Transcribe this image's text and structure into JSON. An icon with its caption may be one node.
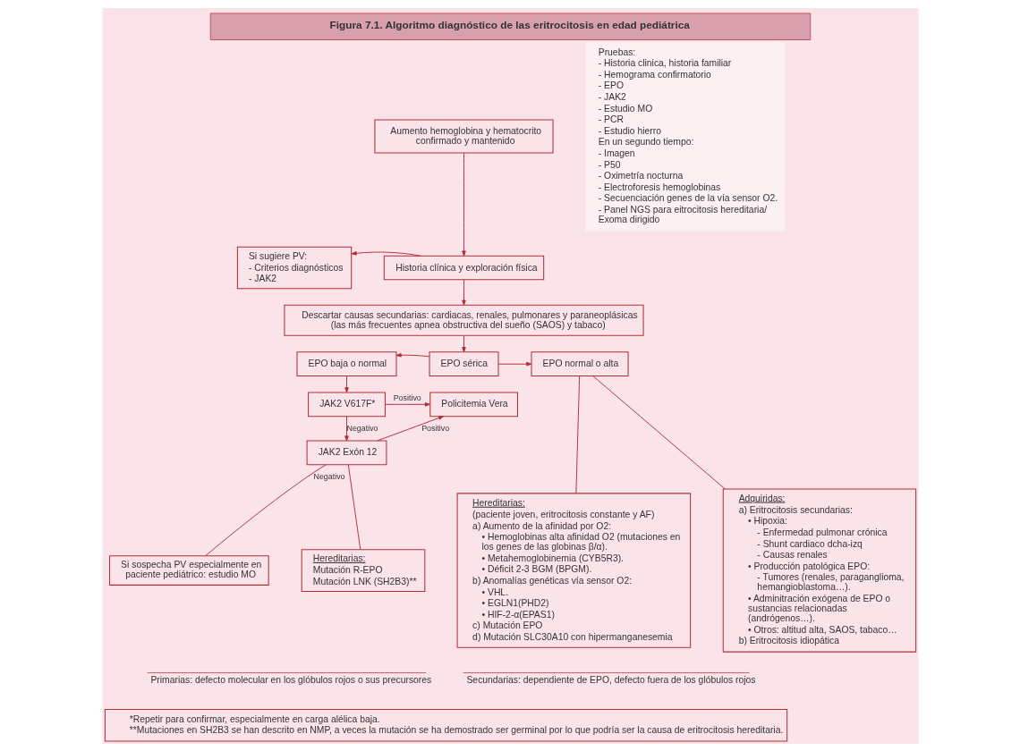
{
  "diagram": {
    "title": "Figura 7.1. Algoritmo diagnóstico de las eritrocitosis en edad pediátrica",
    "nodes": [
      {
        "text": [
          "Aumento hemoglobina y hematocrito confirmado y mantenido"
        ]
      },
      {
        "text": [
          "Si sugiere PV:",
          "- Criterios diagnósticos",
          "- JAK2"
        ]
      },
      {
        "text": [
          "Historia clínica y exploración física"
        ]
      },
      {
        "text": [
          "Descartar causas secundarias: cardiacas, renales, pulmonares y paraneoplásicas (las más frecuentes apnea obstructiva del sueño (SAOS) y tabaco)"
        ]
      },
      {
        "text": [
          "EPO baja o normal"
        ]
      },
      {
        "text": [
          "EPO sérica"
        ]
      },
      {
        "text": [
          "EPO normal o alta"
        ]
      },
      {
        "text": [
          "Policitemia Vera"
        ]
      },
      {
        "text": [
          "JAK2 V617F*"
        ]
      },
      {
        "text": [
          "JAK2 Exón 12"
        ]
      },
      {
        "text": [
          "Si sospecha PV especialmente en paciente pediátrico: estudio MO"
        ]
      },
      {
        "text": [
          "Hereditarias:",
          "Mutación R-EPO",
          "Mutación LNK (SH2B3)**"
        ]
      },
      {
        "text": [
          "Hereditarias:",
          "(paciente joven, eritrocitosis constante y AF)",
          "a) Aumento de la afinidad por O2:",
          "• Hemoglobinas alta afinidad O2 (mutaciones en los genes de las globinas β/α).",
          "• Metahemoglobinemia (CYB5R3).",
          "• Déficit 2-3 BGM (BPGM).",
          "b) Anomalías genéticas vía sensor O2:",
          "• VHL.",
          "• EGLN1(PHD2)",
          "• HIF-2-α(EPAS1)",
          "c) Mutación EPO",
          "d) Mutación SLC30A10 con hipermanganesemia"
        ]
      },
      {
        "text": [
          "Adquiridas:",
          "a) Eritrocitosis secundarias:",
          "• Hipoxia:",
          "- Enfermedad pulmonar crónica",
          "- Shunt cardiaco dcha-izq",
          "- Causas renales",
          "• Producción patológica EPO:",
          "- Tumores (renales, paraganglioma, hemangioblastoma…).",
          "• Adminitración exógena de EPO o sustancias relacionadas (andrógenos…).",
          "• Otros: altitud alta, SAOS, tabaco…",
          "b) Eritrocitosis idiopática"
        ]
      },
      {
        "text": [
          "Pruebas:",
          "- Historia clinica, historia familiar",
          "- Hemograma confirmatorio",
          "- EPO",
          "- JAK2",
          "- Estudio MO",
          "- PCR",
          "- Estudio hierro",
          "En un segundo tiempo:",
          "- Imagen",
          "- P50",
          "- Oximetría nocturna",
          "- Electroforesis hemoglobinas",
          "- Secuenciación genes de la vía sensor O2.",
          "- Panel NGS para eitrocitosis hereditaria/ Exoma dirigido"
        ]
      },
      {
        "text": [
          "*Repetir para confirmar, especialmente en carga alélica baja.",
          "**Mutaciones en SH2B3 se han descrito en NMP, a veces la mutación se ha demostrado ser germinal por lo que podría ser la causa de eritrocitosis hereditaria."
        ]
      }
    ],
    "edges": [
      {
        "from": 0,
        "to": 2,
        "arrow": "to"
      },
      {
        "from": 2,
        "to": 1,
        "arrow": "to"
      },
      {
        "from": 2,
        "to": 3,
        "arrow": "to"
      },
      {
        "from": 3,
        "to": 5,
        "arrow": "to"
      },
      {
        "from": 5,
        "to": 4,
        "arrow": "to"
      },
      {
        "from": 5,
        "to": 6,
        "arrow": "to"
      },
      {
        "from": 4,
        "to": 8,
        "arrow": "to"
      },
      {
        "from": 8,
        "to": 7,
        "arrow": "to",
        "label": "Positivo"
      },
      {
        "from": 8,
        "to": 9,
        "arrow": "to",
        "label": "Negativo"
      },
      {
        "from": 9,
        "to": 7,
        "arrow": "to",
        "label": "Positivo"
      },
      {
        "from": 9,
        "to": 10,
        "arrow": "none",
        "label": "Negativo"
      },
      {
        "from": 9,
        "to": 11,
        "arrow": "none"
      },
      {
        "from": 6,
        "to": 12,
        "arrow": "none"
      },
      {
        "from": 6,
        "to": 13,
        "arrow": "none"
      }
    ],
    "labels": [
      "Primarias: defecto molecular en los glóbulos rojos o sus precursores",
      "Secundarias: dependiente de EPO, defecto fuera de los glóbulos rojos"
    ]
  }
}
